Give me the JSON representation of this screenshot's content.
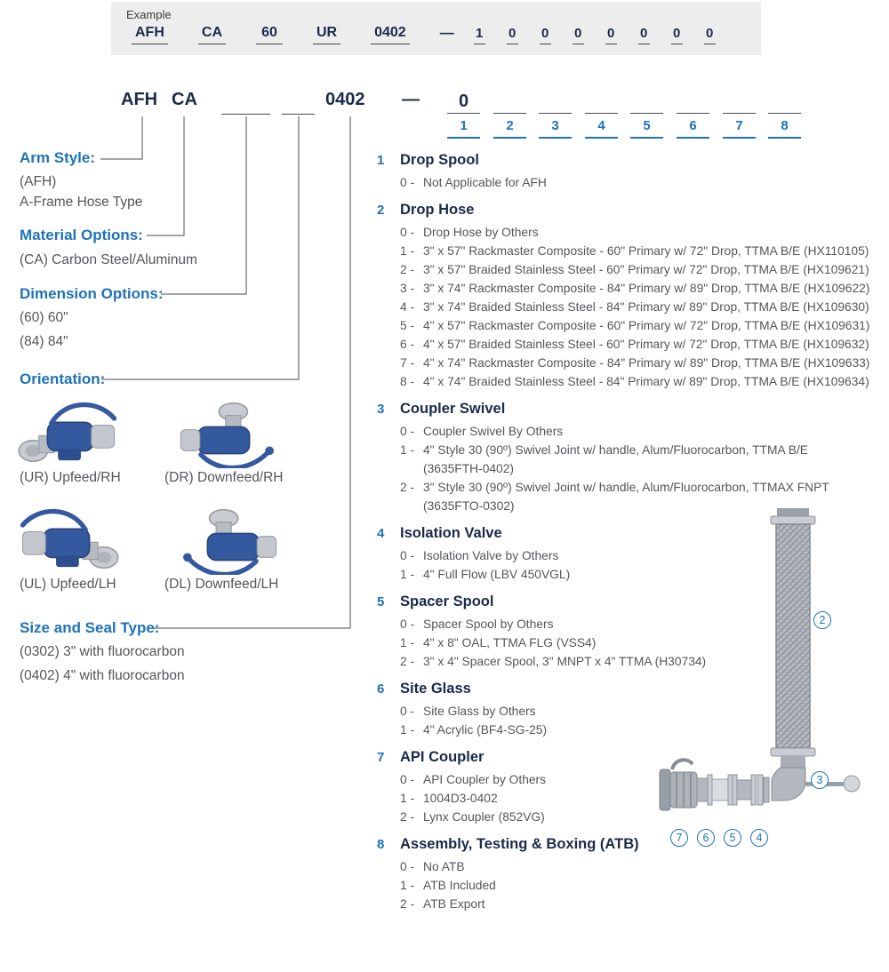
{
  "colors": {
    "accent_blue": "#1e73b8",
    "navy": "#1b2a4a",
    "body_gray": "#54565a",
    "box_bg": "#ededee"
  },
  "example": {
    "label": "Example",
    "segments": [
      "AFH",
      "CA",
      "60",
      "UR",
      "0402"
    ],
    "dash": "—",
    "digits": [
      "1",
      "0",
      "0",
      "0",
      "0",
      "0",
      "0",
      "0"
    ]
  },
  "breakdown": {
    "prefix1": "AFH",
    "prefix2": "CA",
    "size": "0402",
    "dash": "—",
    "value1": "0",
    "positions": [
      "1",
      "2",
      "3",
      "4",
      "5",
      "6",
      "7",
      "8"
    ]
  },
  "left": {
    "arm_style": {
      "title": "Arm Style:",
      "code": "(AFH)",
      "desc": "A-Frame Hose Type"
    },
    "material": {
      "title": "Material Options:",
      "line": "(CA) Carbon Steel/Aluminum"
    },
    "dimension": {
      "title": "Dimension Options:",
      "line1": "(60) 60\"",
      "line2": "(84) 84\""
    },
    "orientation": {
      "title": "Orientation:",
      "items": [
        {
          "label": "(UR) Upfeed/RH"
        },
        {
          "label": "(DR) Downfeed/RH"
        },
        {
          "label": "(UL) Upfeed/LH"
        },
        {
          "label": "(DL) Downfeed/LH"
        }
      ]
    },
    "size_seal": {
      "title": "Size and Seal Type:",
      "line1": "(0302) 3\" with fluorocarbon",
      "line2": "(0402) 4\" with fluorocarbon"
    }
  },
  "options": [
    {
      "num": "1",
      "title": "Drop Spool",
      "items": [
        {
          "v": "0 -",
          "t": "Not Applicable for AFH"
        }
      ]
    },
    {
      "num": "2",
      "title": "Drop Hose",
      "items": [
        {
          "v": "0 -",
          "t": "Drop Hose by Others"
        },
        {
          "v": "1 -",
          "t": "3\" x 57\" Rackmaster Composite - 60\" Primary w/ 72\" Drop, TTMA B/E (HX110105)"
        },
        {
          "v": "2 -",
          "t": "3\" x 57\" Braided Stainless Steel - 60\" Primary w/ 72\" Drop, TTMA B/E (HX109621)"
        },
        {
          "v": "3 -",
          "t": "3\" x 74\" Rackmaster Composite - 84\" Primary w/ 89\" Drop, TTMA B/E (HX109622)"
        },
        {
          "v": "4 -",
          "t": "3\" x 74\" Braided Stainless Steel - 84\" Primary w/ 89\" Drop, TTMA B/E (HX109630)"
        },
        {
          "v": "5 -",
          "t": "4\" x 57\" Rackmaster Composite - 60\" Primary w/ 72\" Drop, TTMA B/E (HX109631)"
        },
        {
          "v": "6 -",
          "t": "4\" x 57\" Braided Stainless Steel - 60\" Primary w/ 72\" Drop, TTMA B/E (HX109632)"
        },
        {
          "v": "7 -",
          "t": "4\" x 74\" Rackmaster Composite - 84\" Primary w/ 89\" Drop, TTMA B/E (HX109633)"
        },
        {
          "v": "8 -",
          "t": "4\" x 74\" Braided Stainless Steel - 84\" Primary w/ 89\" Drop, TTMA B/E (HX109634)"
        }
      ]
    },
    {
      "num": "3",
      "title": "Coupler Swivel",
      "items": [
        {
          "v": "0 -",
          "t": "Coupler Swivel By Others"
        },
        {
          "v": "1 -",
          "t": "4\" Style 30 (90º) Swivel Joint w/ handle, Alum/Fluorocarbon, TTMA B/E",
          "t2": "(3635FTH-0402)"
        },
        {
          "v": "2 -",
          "t": "3\" Style 30 (90º) Swivel Joint w/ handle, Alum/Fluorocarbon, TTMAX FNPT",
          "t2": "(3635FTO-0302)"
        }
      ]
    },
    {
      "num": "4",
      "title": "Isolation Valve",
      "items": [
        {
          "v": "0 -",
          "t": "Isolation Valve by Others"
        },
        {
          "v": "1 -",
          "t": "4\" Full Flow (LBV 450VGL)"
        }
      ]
    },
    {
      "num": "5",
      "title": "Spacer Spool",
      "items": [
        {
          "v": "0 -",
          "t": "Spacer Spool by Others"
        },
        {
          "v": "1 -",
          "t": "4\" x 8\" OAL, TTMA FLG (VSS4)"
        },
        {
          "v": "2 -",
          "t": "3\" x 4\" Spacer Spool, 3\" MNPT x 4\" TTMA (H30734)"
        }
      ]
    },
    {
      "num": "6",
      "title": "Site Glass",
      "items": [
        {
          "v": "0 -",
          "t": "Site Glass by Others"
        },
        {
          "v": "1 -",
          "t": "4\" Acrylic (BF4-SG-25)"
        }
      ]
    },
    {
      "num": "7",
      "title": "API Coupler",
      "items": [
        {
          "v": "0 -",
          "t": "API Coupler by Others"
        },
        {
          "v": "1 -",
          "t": "1004D3-0402"
        },
        {
          "v": "2 -",
          "t": "Lynx Coupler (852VG)"
        }
      ]
    },
    {
      "num": "8",
      "title": "Assembly, Testing & Boxing (ATB)",
      "items": [
        {
          "v": "0 -",
          "t": "No ATB"
        },
        {
          "v": "1 -",
          "t": "ATB Included"
        },
        {
          "v": "2 -",
          "t": "ATB Export"
        }
      ]
    }
  ],
  "diagram": {
    "callouts": [
      "2",
      "3",
      "7",
      "6",
      "5",
      "4"
    ]
  }
}
